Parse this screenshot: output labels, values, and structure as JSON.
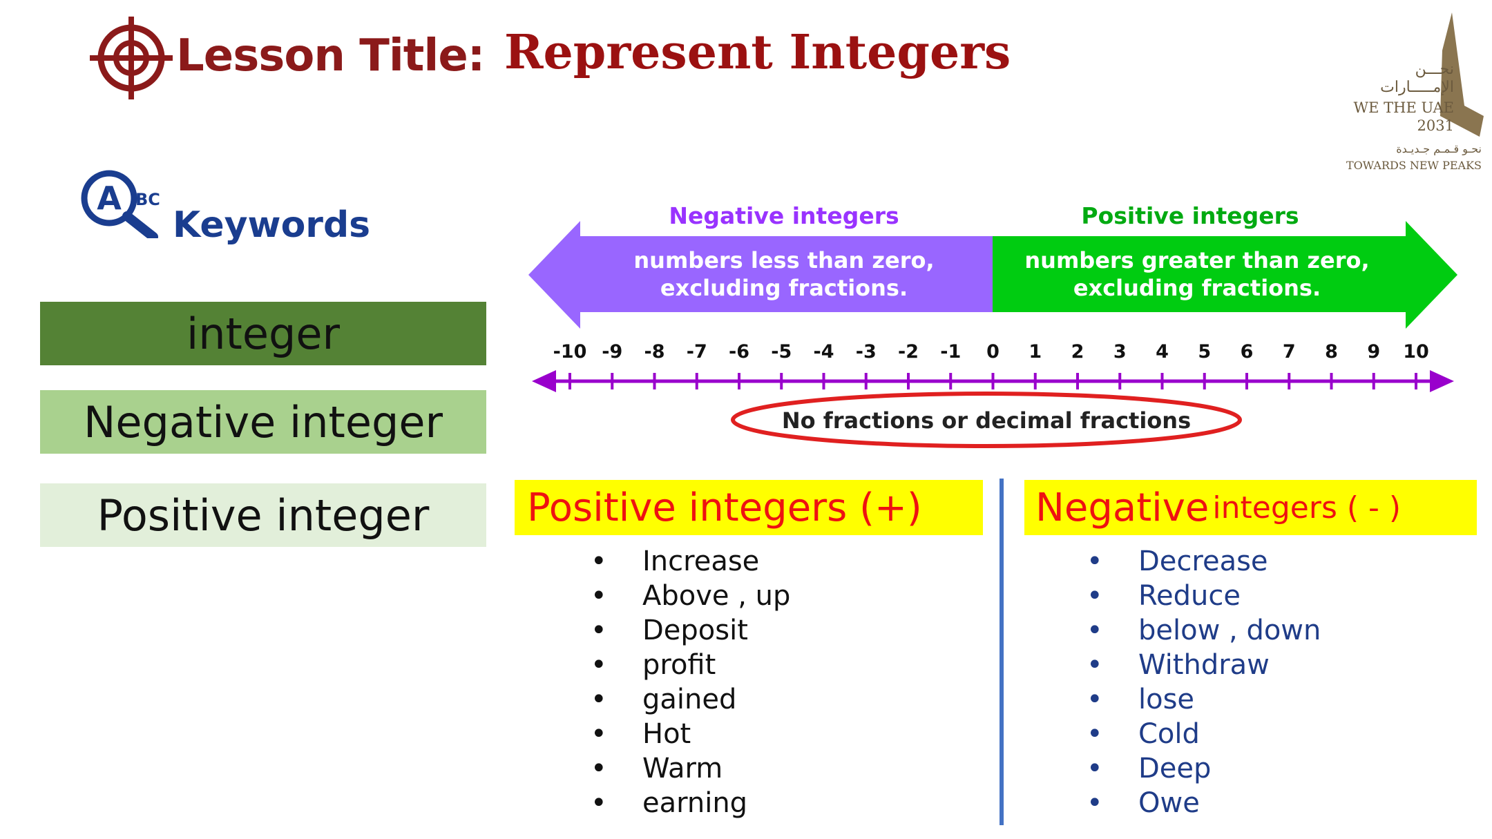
{
  "header": {
    "lesson_label": "Lesson Title:",
    "lesson_title": "Represent Integers",
    "accent_color": "#8b1a1a"
  },
  "logo": {
    "arabic_line1": "نحـــن",
    "arabic_line2": "الإمـــــارات",
    "english_line1": "WE THE UAE",
    "year": "2031",
    "arabic_line3": "نحـو قـمـم جـديـدة",
    "english_line2": "TOWARDS NEW PEAKS"
  },
  "keywords": {
    "icon_letter": "A",
    "icon_small": "BC",
    "label": "Keywords",
    "items": [
      {
        "label": "integer",
        "color": "#548235"
      },
      {
        "label": "Negative integer",
        "color": "#a9d18e"
      },
      {
        "label": "Positive integer",
        "color": "#e2efda"
      }
    ]
  },
  "number_line": {
    "negative_title": "Negative integers",
    "negative_desc_line1": "numbers less than zero,",
    "negative_desc_line2": "excluding fractions.",
    "positive_title": "Positive integers",
    "positive_desc_line1": "numbers greater than zero,",
    "positive_desc_line2": "excluding fractions.",
    "ticks": [
      -10,
      -9,
      -8,
      -7,
      -6,
      -5,
      -4,
      -3,
      -2,
      -1,
      0,
      1,
      2,
      3,
      4,
      5,
      6,
      7,
      8,
      9,
      10
    ],
    "note": "No fractions or decimal fractions",
    "negative_color": "#9966ff",
    "positive_color": "#00cc11",
    "line_color": "#9900cc",
    "note_ring_color": "#e02020"
  },
  "positive_section": {
    "heading": "Positive integers (+)",
    "bullet": "•",
    "items": [
      "Increase",
      "Above , up",
      "Deposit",
      "profit",
      "gained",
      "Hot",
      "Warm",
      "earning"
    ]
  },
  "negative_section": {
    "heading_big": "Negative",
    "heading_small": "integers ( - )",
    "bullet": "•",
    "items": [
      "Decrease",
      "Reduce",
      "below , down",
      "Withdraw",
      "lose",
      "Cold",
      "Deep",
      "Owe"
    ]
  }
}
